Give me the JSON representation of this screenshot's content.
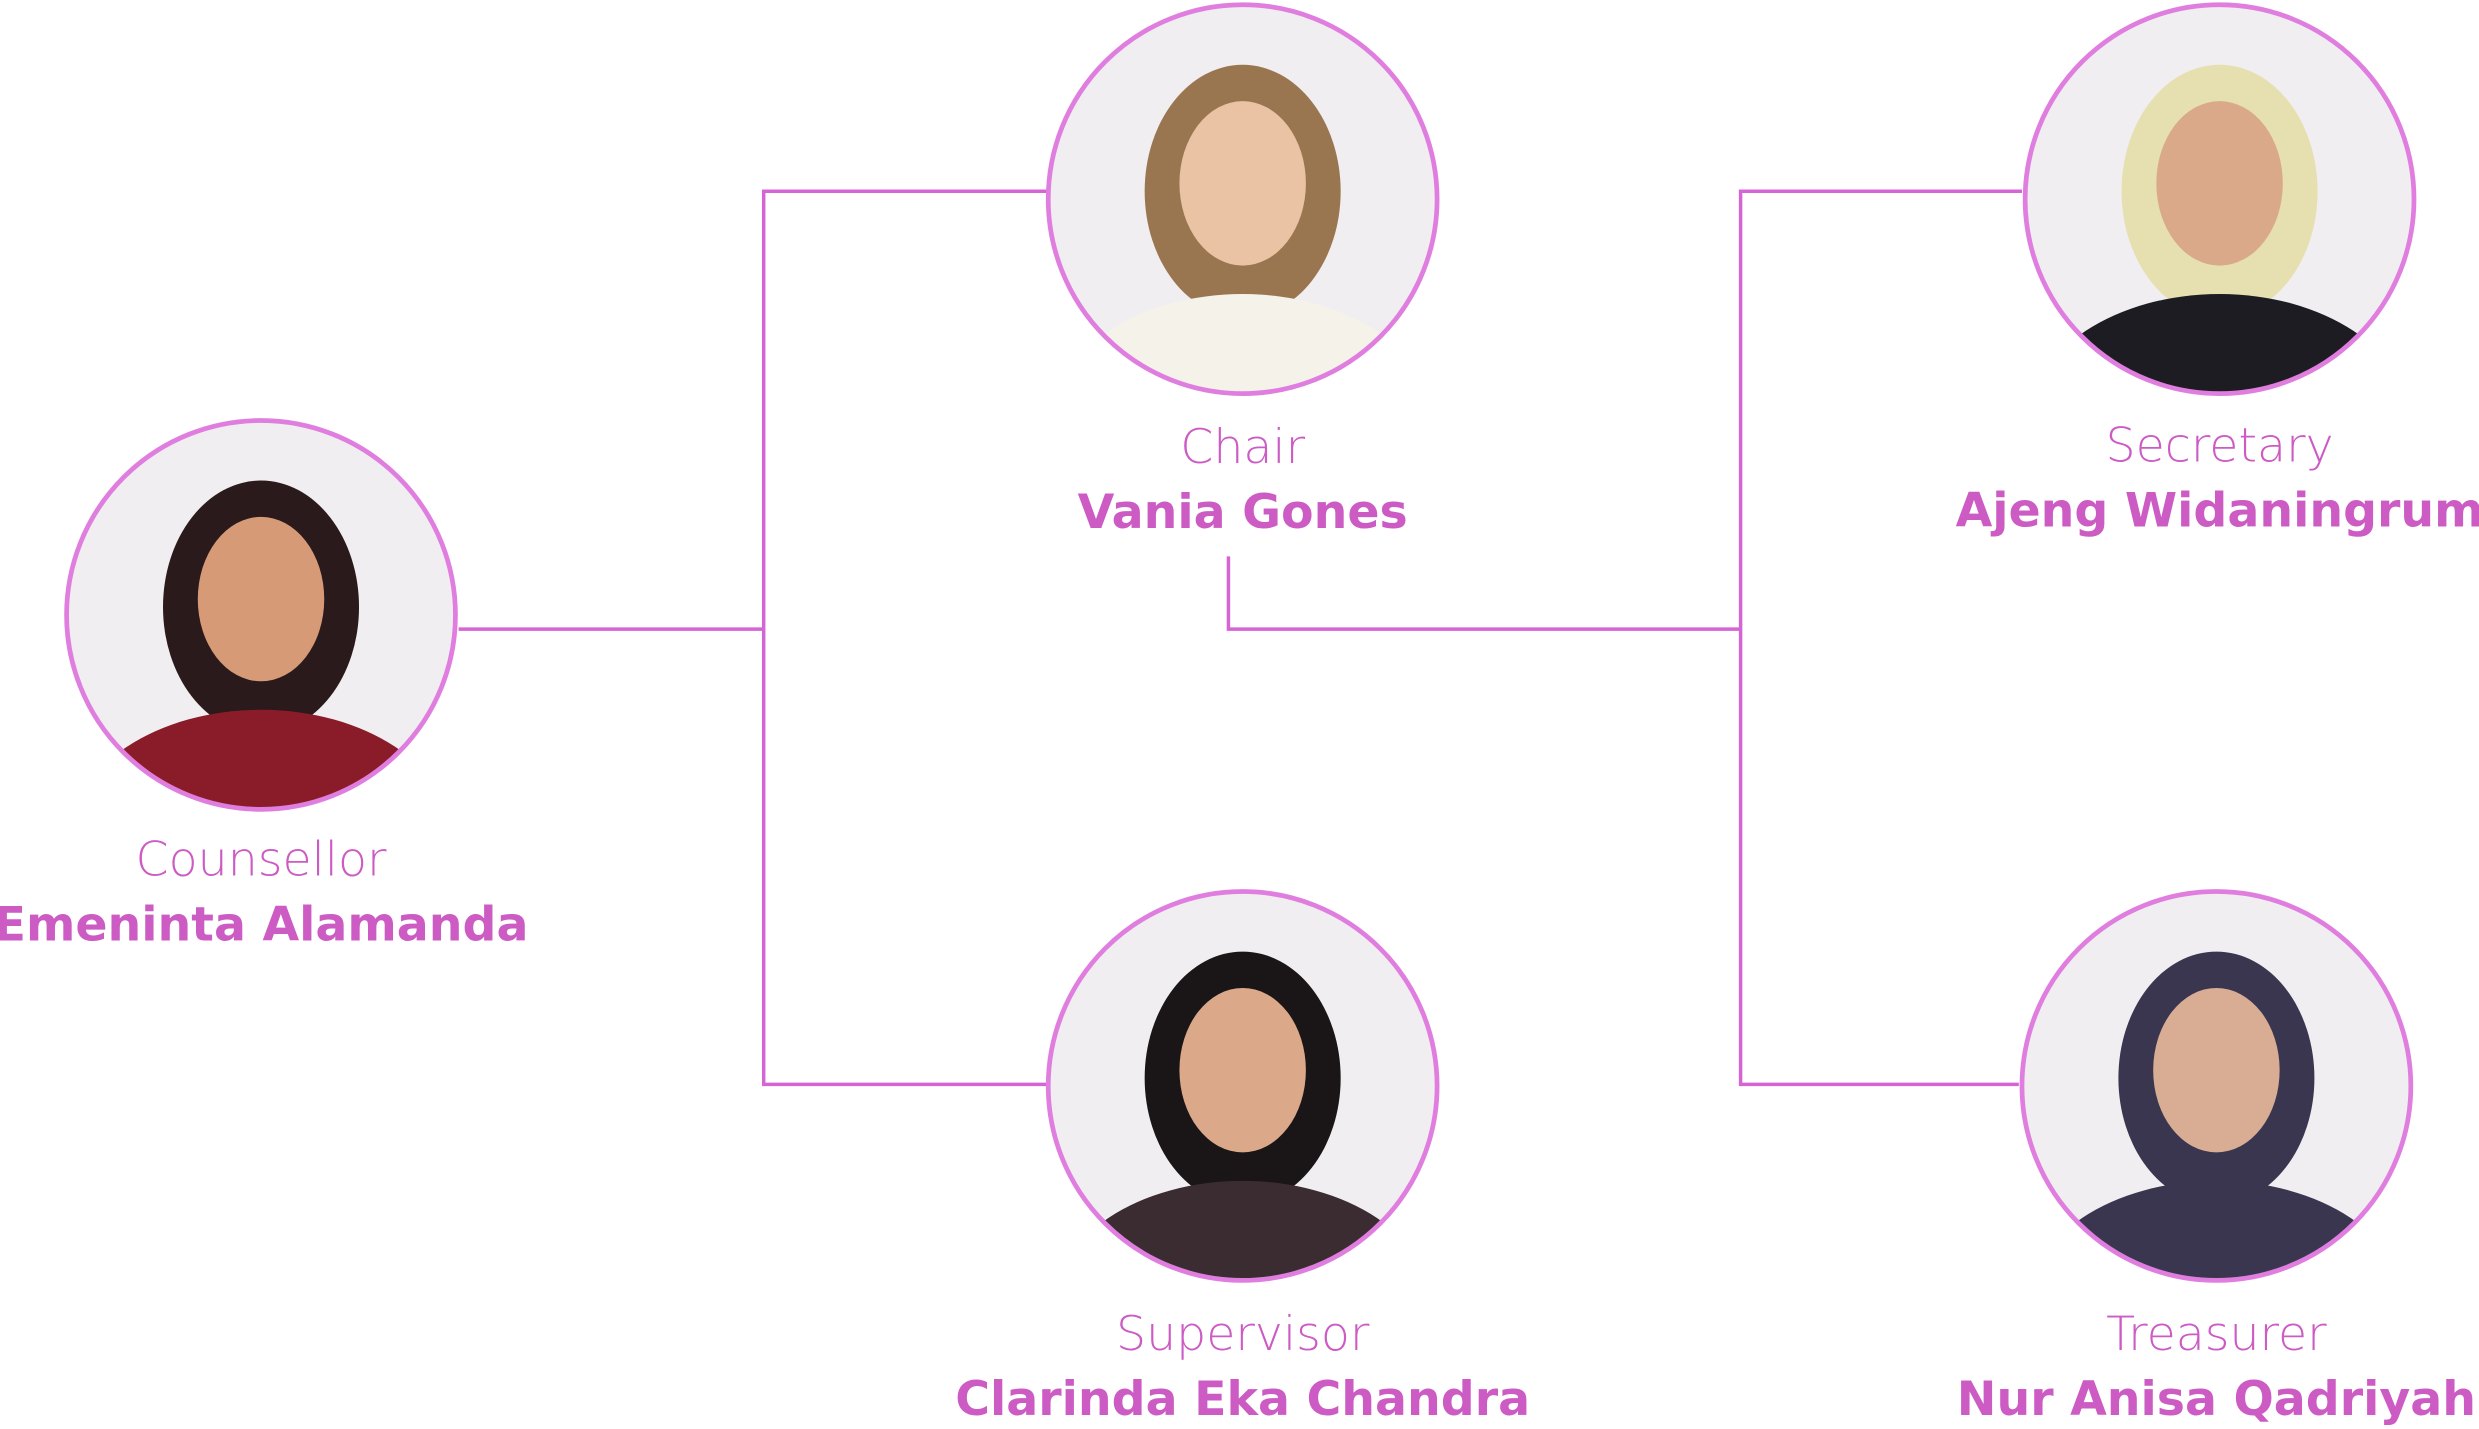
{
  "colors": {
    "line": "#d565d5",
    "text": "#cc5bc4",
    "ring": "#e07ee0",
    "photo_bg": "#f1eef1"
  },
  "members": [
    {
      "id": "chair",
      "role": "Chair",
      "name": "Vania Gones",
      "hair": "#9a7650",
      "skin": "#e9c3a4",
      "clothes": "#f5f2ea"
    },
    {
      "id": "secretary",
      "role": "Secretary",
      "name": "Ajeng Widaningrum",
      "hair": "#e6dfb0",
      "skin": "#d9a98a",
      "clothes": "#1d1c22"
    },
    {
      "id": "counsellor",
      "role": "Counsellor",
      "name": "Emeninta Alamanda",
      "hair": "#2a1a1c",
      "skin": "#d69a77",
      "clothes": "#8a1c2a"
    },
    {
      "id": "supervisor",
      "role": "Supervisor",
      "name": "Clarinda Eka Chandra",
      "hair": "#1a1618",
      "skin": "#dba88a",
      "clothes": "#3a2c30"
    },
    {
      "id": "treasurer",
      "role": "Treasurer",
      "name": "Nur Anisa Qadriyah",
      "hair": "#3a3650",
      "skin": "#d8ad94",
      "clothes": "#3a3650"
    }
  ]
}
